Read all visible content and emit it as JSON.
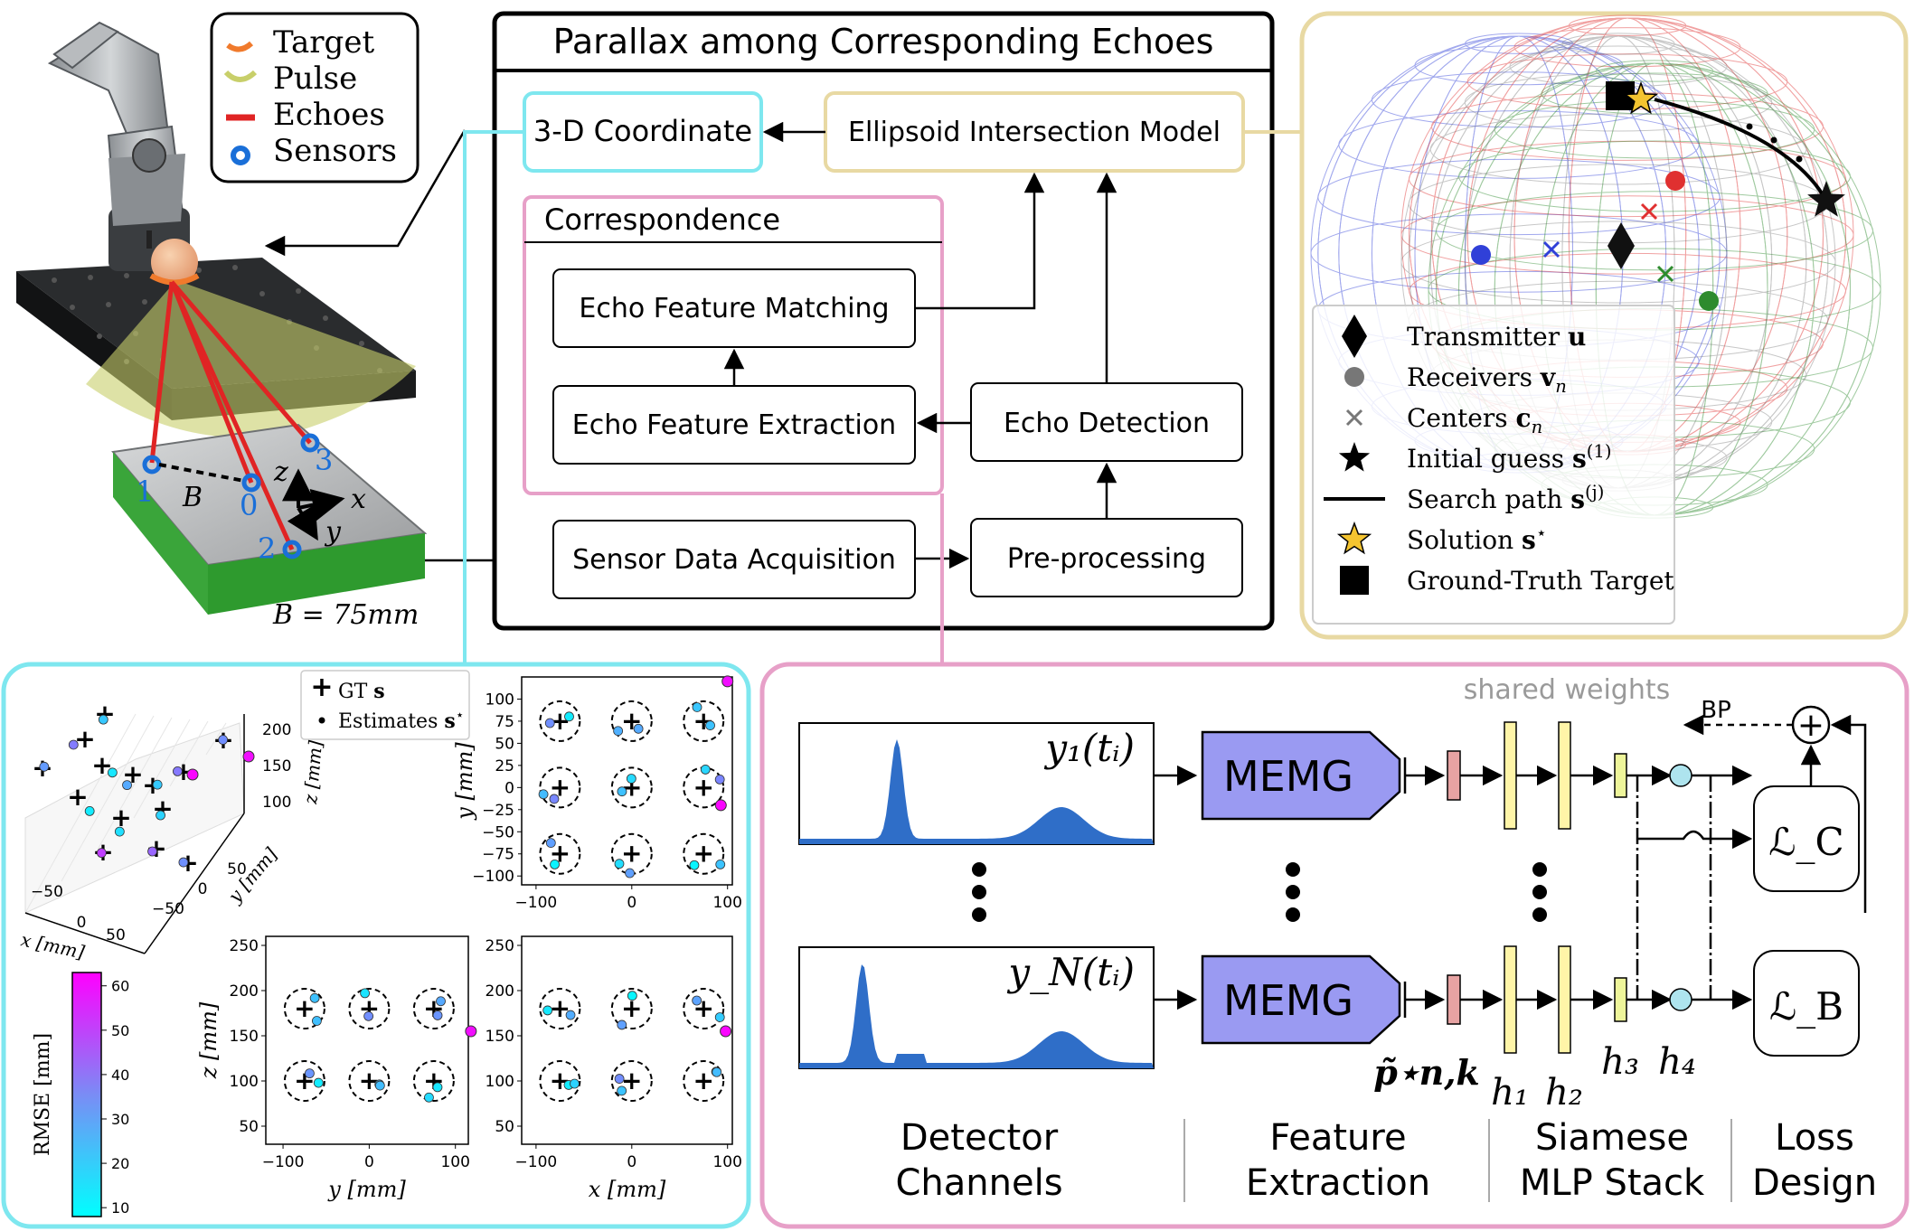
{
  "robot_photo": {
    "legend": [
      {
        "label": "Target",
        "color": "#f07a2c",
        "marker": "arc"
      },
      {
        "label": "Pulse",
        "color": "#c8cf6a",
        "marker": "arc"
      },
      {
        "label": "Echoes",
        "color": "#e02424",
        "marker": "line"
      },
      {
        "label": "Sensors",
        "color": "#1a6fd8",
        "marker": "ring"
      }
    ],
    "sensor_labels": [
      "1",
      "0",
      "3",
      "2"
    ],
    "baseline_label": "B",
    "axis_labels": {
      "x": "x",
      "y": "y",
      "z": "z"
    },
    "baseline_value": "B = 75mm"
  },
  "pipeline": {
    "title": "Parallax among Corresponding Echoes",
    "coordinate_box": "3-D Coordinate",
    "ellipsoid_box": "Ellipsoid Intersection Model",
    "correspondence_title": "Correspondence",
    "matching_box": "Echo Feature Matching",
    "extraction_box": "Echo Feature Extraction",
    "detection_box": "Echo Detection",
    "acquisition_box": "Sensor Data Acquisition",
    "preprocessing_box": "Pre-processing"
  },
  "ellipsoid_panel": {
    "legend": [
      {
        "label": "Transmitter",
        "symbol": "u",
        "marker": "diamond"
      },
      {
        "label": "Receivers",
        "symbol": "v",
        "sub": "n",
        "marker": "dot"
      },
      {
        "label": "Centers",
        "symbol": "c",
        "sub": "n",
        "marker": "cross"
      },
      {
        "label": "Initial guess",
        "symbol": "s",
        "sup": "(1)",
        "marker": "star-black"
      },
      {
        "label": "Search path",
        "symbol": "s",
        "sup": "(j)",
        "marker": "line"
      },
      {
        "label": "Solution",
        "symbol": "s",
        "sup": "⋆",
        "marker": "star-gold"
      },
      {
        "label": "Ground-Truth Target",
        "marker": "square"
      }
    ],
    "colors": {
      "red": "#e03030",
      "green": "#2e8b2e",
      "blue": "#3040d8",
      "gold": "#f4c430"
    }
  },
  "results_panel": {
    "legend": [
      {
        "label": "GT",
        "symbol": "s",
        "marker": "plus"
      },
      {
        "label": "Estimates",
        "symbol": "s",
        "sup": "⋆",
        "marker": "dot"
      }
    ],
    "colorbar": {
      "label": "RMSE [mm]",
      "ticks": [
        "60",
        "50",
        "40",
        "30",
        "20",
        "10"
      ],
      "range": [
        8,
        63
      ],
      "colors": [
        "#00ffff",
        "#ff00ff"
      ]
    },
    "plot3d": {
      "x_label": "x [mm]",
      "y_label": "y [mm]",
      "z_label": "z [mm]",
      "x_ticks": [
        "−50",
        "0",
        "50"
      ],
      "y_ticks": [
        "50",
        "0",
        "−50"
      ],
      "z_ticks": [
        "200",
        "150",
        "100"
      ]
    },
    "top_plot": {
      "x_label": "",
      "y_label": "y [mm]",
      "x_ticks": [
        "−100",
        "0",
        "100"
      ],
      "y_ticks": [
        "100",
        "75",
        "50",
        "25",
        "0",
        "−25",
        "−50",
        "−75",
        "−100"
      ]
    },
    "yz_plot": {
      "x_label": "y [mm]",
      "y_label": "z [mm]",
      "x_ticks": [
        "−100",
        "0",
        "100"
      ],
      "y_ticks": [
        "250",
        "200",
        "150",
        "100",
        "50"
      ]
    },
    "xz_plot": {
      "x_label": "x [mm]",
      "y_label": "",
      "x_ticks": [
        "−100",
        "0",
        "100"
      ],
      "y_ticks": [
        "250",
        "200",
        "150",
        "100",
        "50"
      ]
    }
  },
  "network_panel": {
    "shared_weights": "shared weights",
    "bp": "BP",
    "signals": [
      "y₁(tᵢ)",
      "y_N(tᵢ)"
    ],
    "memg": "MEMG",
    "feature_label": "p̃⋆n,k",
    "layers": [
      "h₁",
      "h₂",
      "h₃",
      "h₄"
    ],
    "loss_c": "ℒ_C",
    "loss_b": "ℒ_B",
    "columns": [
      "Detector Channels",
      "Feature Extraction",
      "Siamese MLP Stack",
      "Loss Design"
    ],
    "colors": {
      "signal": "#2f6ec8",
      "memg": "#9a9af2",
      "feature": "#e7a3a3",
      "layer": "#fff5a8",
      "h3": "#eef59a",
      "h4": "#aee4ee"
    }
  },
  "frame_colors": {
    "cyan": "#7ee7ef",
    "pink": "#e7a0c8",
    "gold": "#e8d9a3",
    "black": "#000000"
  }
}
